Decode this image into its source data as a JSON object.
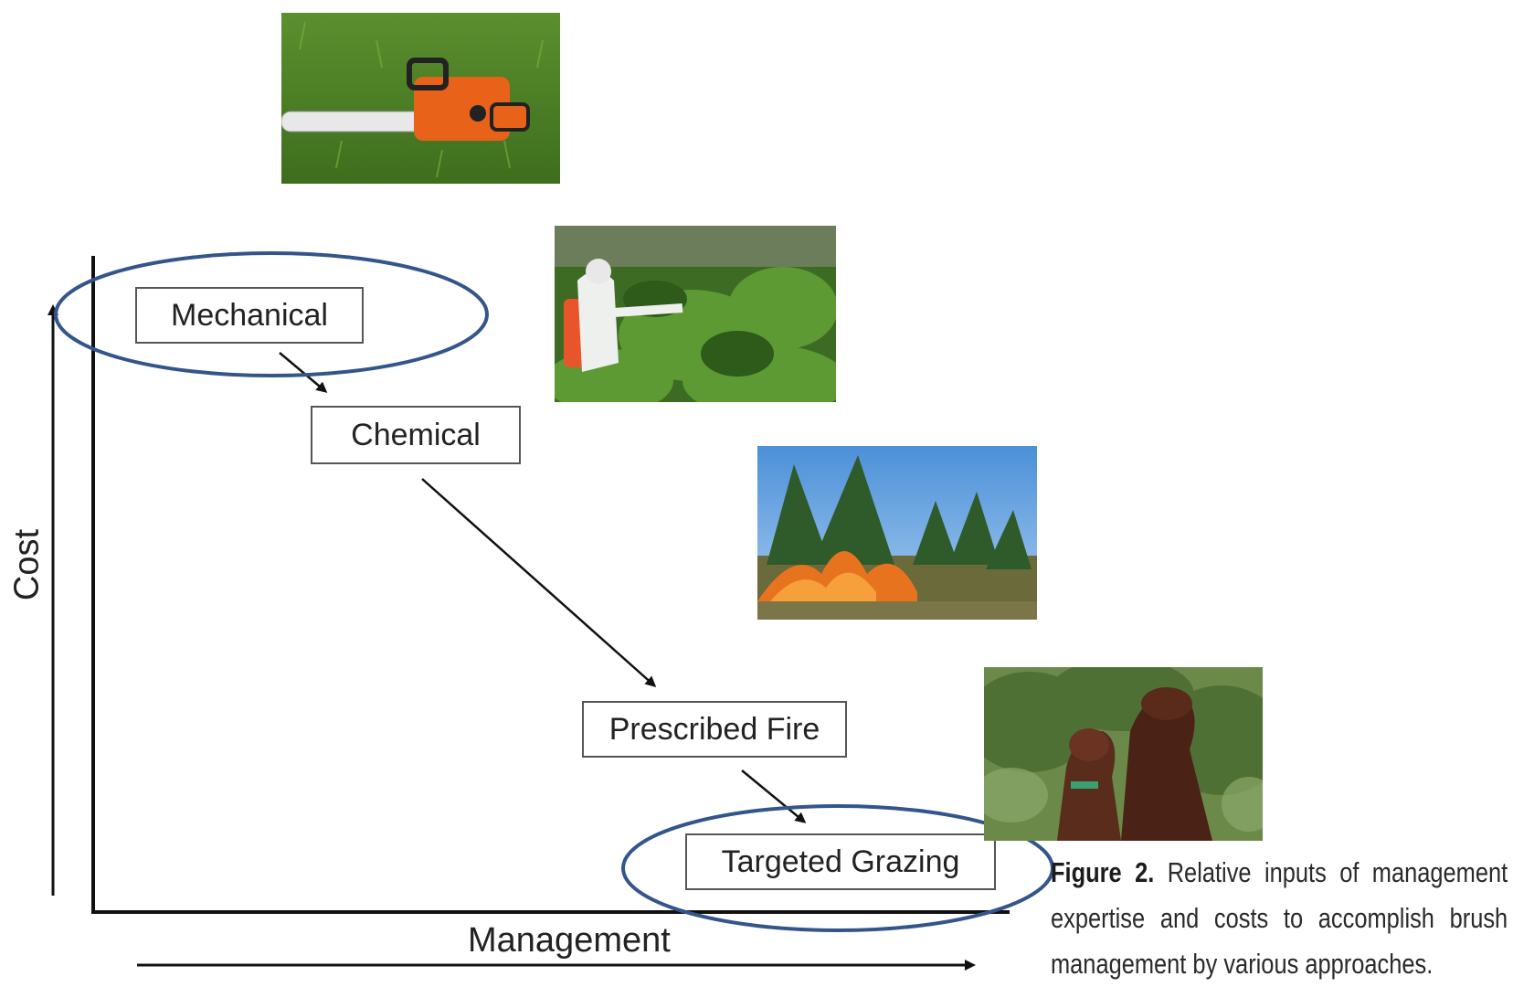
{
  "boxes": {
    "mechanical": "Mechanical",
    "chemical": "Chemical",
    "prescribed_fire": "Prescribed Fire",
    "targeted_grazing": "Targeted Grazing"
  },
  "axes": {
    "y_label": "Cost",
    "x_label": "Management"
  },
  "caption": {
    "figure_label": "Figure 2.",
    "text": "Relative inputs of management expertise and costs to accomplish brush management by various approaches."
  },
  "photos": [
    {
      "id": "chainsaw",
      "icon": "chainsaw-photo"
    },
    {
      "id": "spraying",
      "icon": "herbicide-spraying-photo"
    },
    {
      "id": "fire",
      "icon": "prescribed-fire-photo"
    },
    {
      "id": "goats",
      "icon": "grazing-goats-photo"
    }
  ],
  "colors": {
    "highlight_ellipse": "#34558b",
    "axis": "#111111",
    "box_border": "#555555"
  }
}
